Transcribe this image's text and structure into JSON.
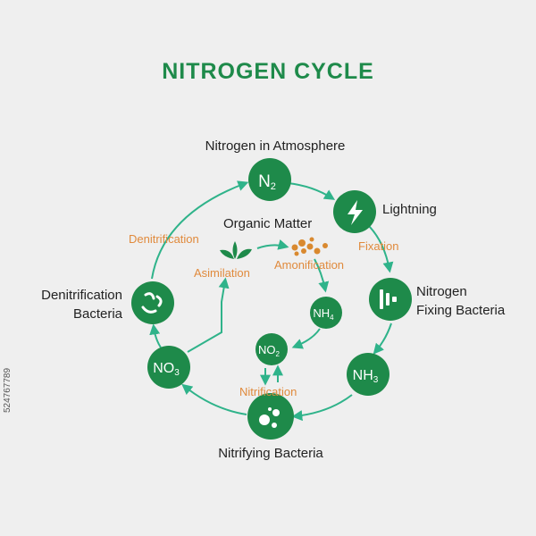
{
  "title": "NITROGEN CYCLE",
  "labels": {
    "atmosphere": "Nitrogen in Atmosphere",
    "lightning": "Lightning",
    "organic_matter": "Organic Matter",
    "fixing_bacteria_line1": "Nitrogen",
    "fixing_bacteria_line2": "Fixing Bacteria",
    "denitrification_bacteria_line1": "Denitrification",
    "denitrification_bacteria_line2": "Bacteria",
    "nitrifying_bacteria": "Nitrifying Bacteria"
  },
  "processes": {
    "denitrification": "Denitrification",
    "fixation": "Fixation",
    "asimilation": "Asimilation",
    "amonification": "Amonification",
    "nitrification": "Nitrification"
  },
  "nodes": {
    "n2": {
      "main": "N",
      "sub": "2"
    },
    "nh4": {
      "main": "NH",
      "sub": "4"
    },
    "no2": {
      "main": "NO",
      "sub": "2"
    },
    "no3": {
      "main": "NO",
      "sub": "3"
    },
    "nh3": {
      "main": "NH",
      "sub": "3"
    }
  },
  "side_id": "524767789",
  "colors": {
    "node_green": "#1e8a4a",
    "arrow_teal": "#2fb38a",
    "process_orange": "#e08a3c",
    "dots_brown": "#d9892f",
    "background": "#efefef"
  },
  "icons": {
    "lightning": "lightning-bolt-icon",
    "fixing_bacteria": "bacteria-bars-icon",
    "denitrification_bacteria": "swirl-bacteria-icon",
    "nitrifying_bacteria": "bubbles-icon",
    "organic_matter": "leaf-sprout-icon",
    "amonification": "dots-cluster-icon"
  }
}
